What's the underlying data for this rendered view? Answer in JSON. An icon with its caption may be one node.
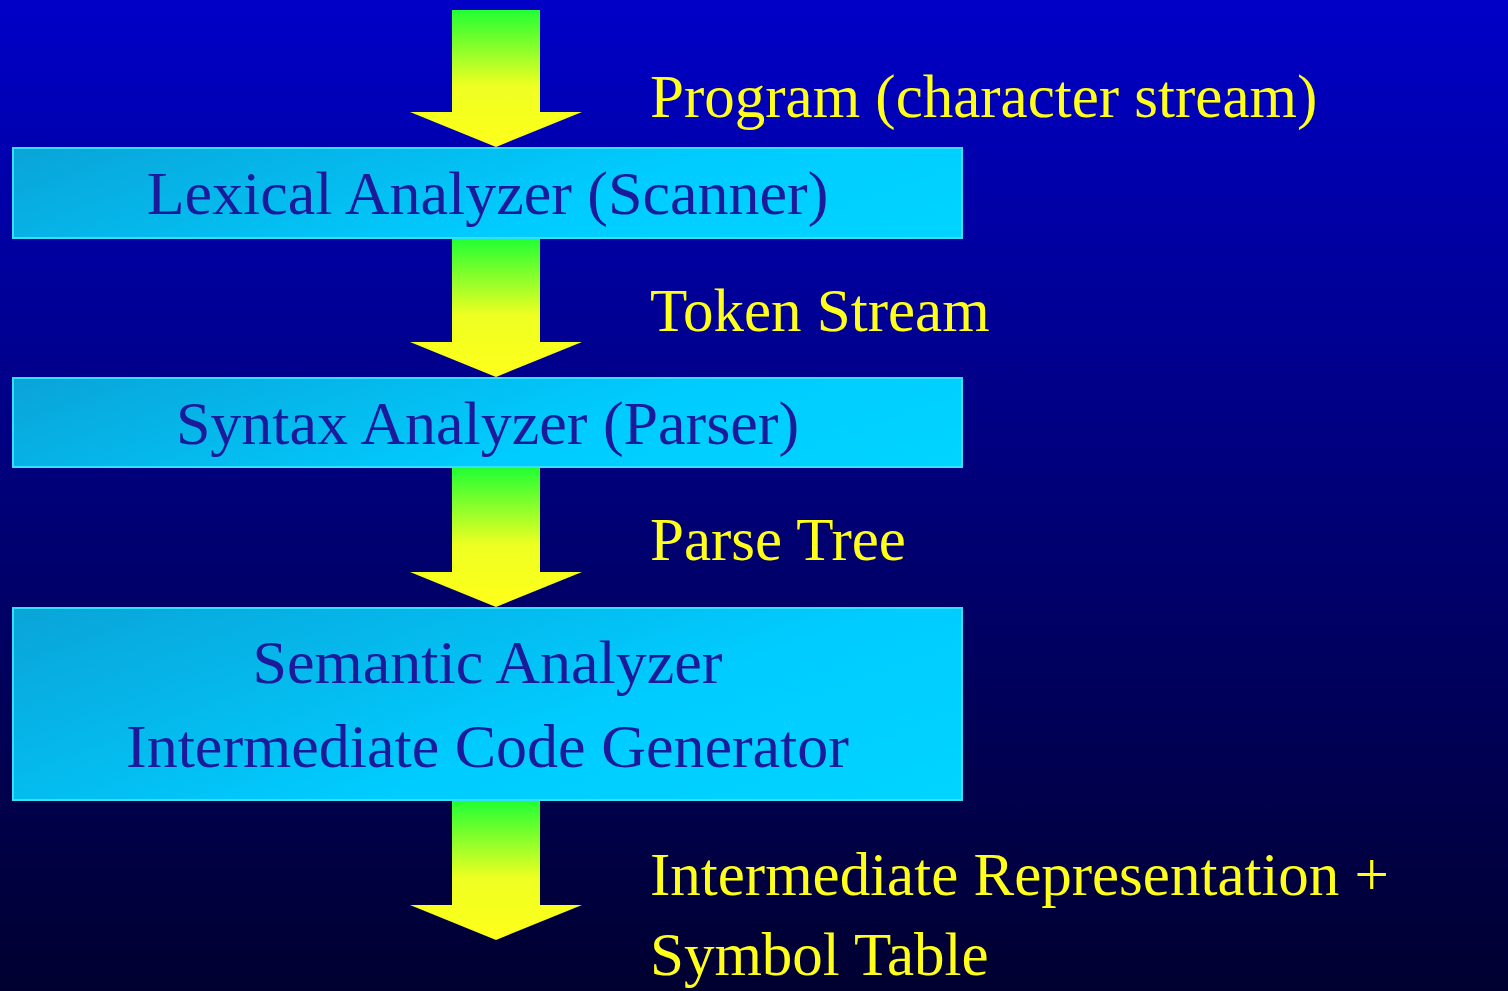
{
  "diagram": {
    "nodes": [
      {
        "text": [
          "Lexical Analyzer (Scanner)"
        ]
      },
      {
        "text": [
          "Syntax Analyzer (Parser)"
        ]
      },
      {
        "text": [
          "Semantic Analyzer",
          "Intermediate Code Generator"
        ]
      }
    ],
    "edges": [
      {
        "from": null,
        "to": 0,
        "arrow": "to",
        "label": "Program (character stream)"
      },
      {
        "from": 0,
        "to": 1,
        "arrow": "to",
        "label": "Token Stream"
      },
      {
        "from": 1,
        "to": 2,
        "arrow": "to",
        "label": "Parse Tree"
      },
      {
        "from": 2,
        "to": null,
        "arrow": "to",
        "label": "Intermediate Representation + Symbol Table"
      }
    ]
  }
}
